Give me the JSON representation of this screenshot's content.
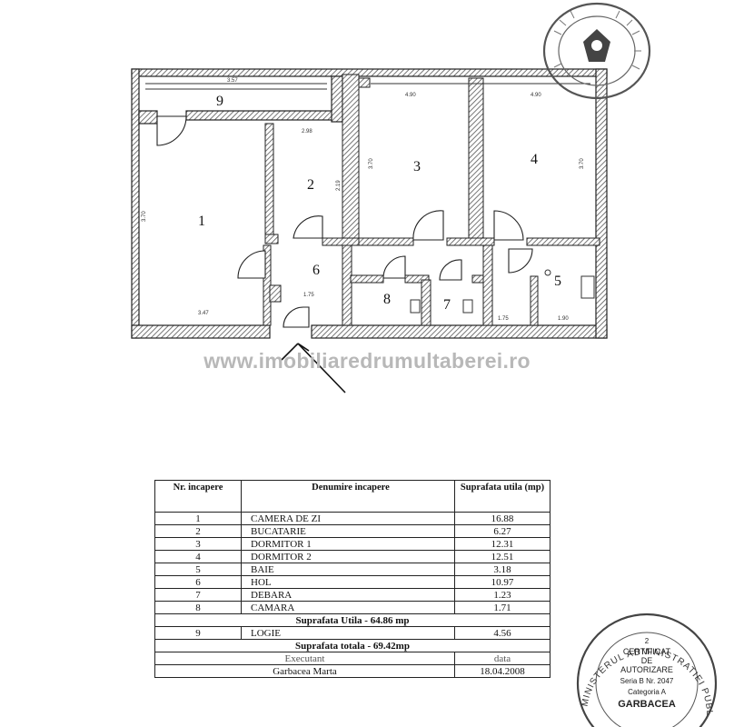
{
  "watermark": "www.imobiliaredrumultaberei.ro",
  "plan": {
    "room_numbers": [
      "1",
      "2",
      "3",
      "4",
      "5",
      "6",
      "7",
      "8",
      "9"
    ],
    "dimensions": {
      "top_left": "3.57",
      "balcony_right": "4.90",
      "top_right": "4.90",
      "kitchen_top": "2.98",
      "room1_bottom": "3.47",
      "hall_bottom": "1.75",
      "bath_bottom": "1.90",
      "pantry_bottom": "1.75",
      "left_side": "3.70",
      "room2_side": "2.19",
      "room3_side": "3.70",
      "room4_side": "3.70"
    }
  },
  "table": {
    "headers": {
      "nr": "Nr. incapere",
      "name": "Denumire incapere",
      "area": "Suprafata utila (mp)"
    },
    "rows": [
      {
        "nr": "1",
        "name": "CAMERA DE ZI",
        "area": "16.88"
      },
      {
        "nr": "2",
        "name": "BUCATARIE",
        "area": "6.27"
      },
      {
        "nr": "3",
        "name": "DORMITOR 1",
        "area": "12.31"
      },
      {
        "nr": "4",
        "name": "DORMITOR 2",
        "area": "12.51"
      },
      {
        "nr": "5",
        "name": "BAIE",
        "area": "3.18"
      },
      {
        "nr": "6",
        "name": "HOL",
        "area": "10.97"
      },
      {
        "nr": "7",
        "name": "DEBARA",
        "area": "1.23"
      },
      {
        "nr": "8",
        "name": "CAMARA",
        "area": "1.71"
      }
    ],
    "useful_total": "Suprafata Utila - 64.86 mp",
    "loggia": {
      "nr": "9",
      "name": "LOGIE",
      "area": "4.56"
    },
    "grand_total": "Suprafata totala - 69.42mp",
    "executant_label": "Executant",
    "date_label": "data",
    "executant_name": "Garbacea Marta",
    "date_value": "18.04.2008"
  },
  "stamp": {
    "ring_text": "MINISTERUL ADMINISTRATIEI PUBLICE",
    "line1": "2",
    "line2": "CERTIFICAT",
    "line3": "DE",
    "line4": "AUTORIZARE",
    "line5": "Seria B Nr. 2047",
    "line6": "Categoria A",
    "line7": "GARBACEA"
  }
}
